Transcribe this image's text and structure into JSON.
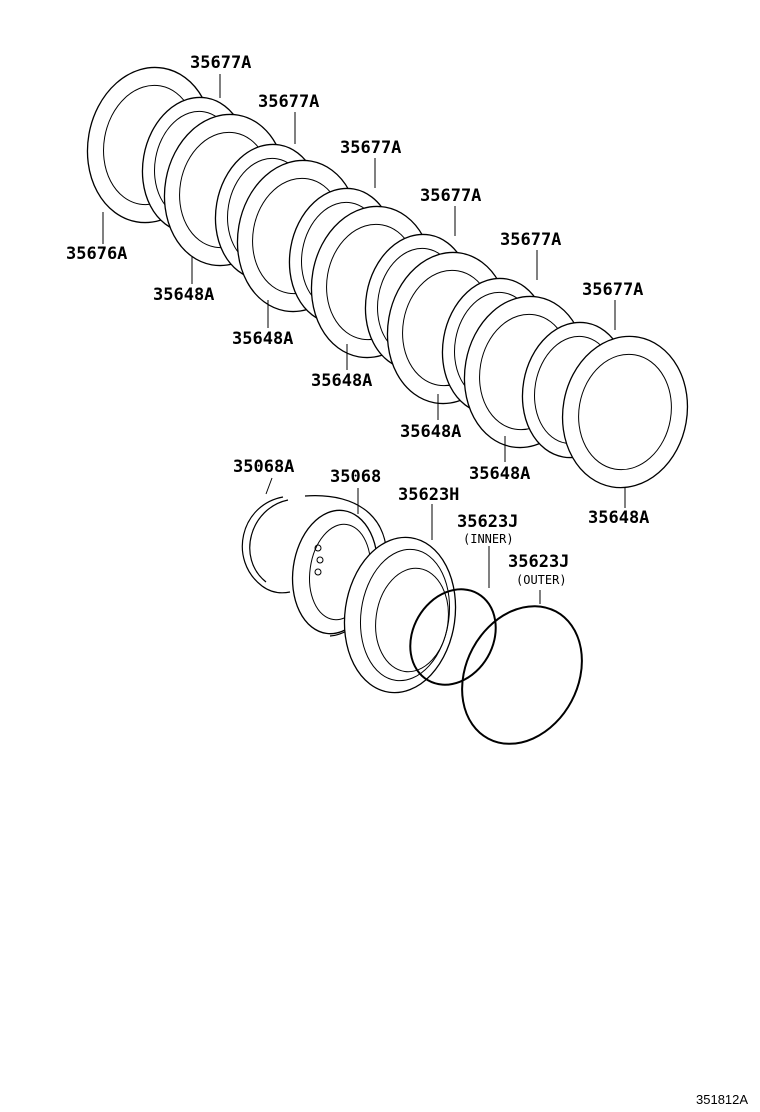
{
  "labels": {
    "disc1": "35677A",
    "disc2": "35677A",
    "disc3": "35677A",
    "disc4": "35677A",
    "disc5": "35677A",
    "disc6": "35677A",
    "flange": "35676A",
    "plate1": "35648A",
    "plate2": "35648A",
    "plate3": "35648A",
    "plate4": "35648A",
    "plate5": "35648A",
    "plate6": "35648A",
    "snap_ring": "35068A",
    "spring_retainer": "35068",
    "piston": "35623H",
    "oring_inner": "35623J",
    "oring_inner_note": "(INNER)",
    "oring_outer": "35623J",
    "oring_outer_note": "(OUTER)"
  },
  "diagram_code": "351812A"
}
